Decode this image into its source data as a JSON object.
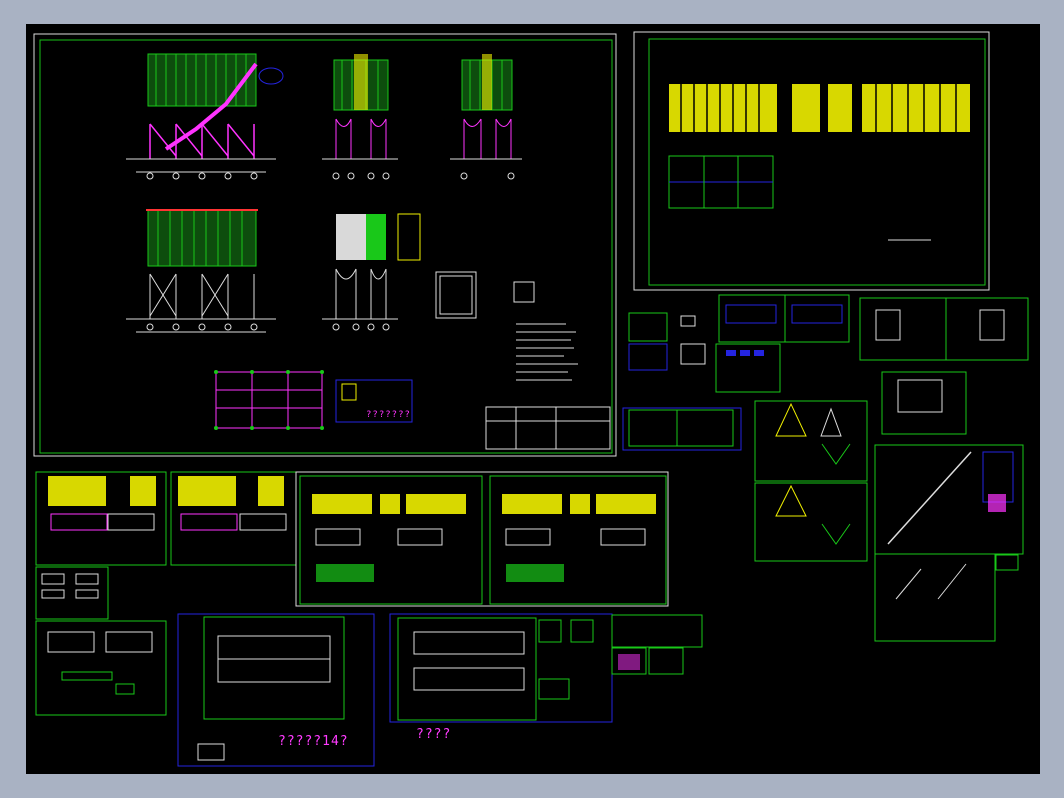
{
  "app": {
    "title": "CAD drawing viewer"
  },
  "colors": {
    "background": "#a9b2c3",
    "canvas": "#000000",
    "frame_green": "#18c018",
    "frame_blue": "#2424e0",
    "fill_yellow": "#f0f000",
    "fill_green": "#19c819",
    "magenta": "#ff33ff",
    "cyan": "#33d0ff",
    "white": "#ffffff"
  },
  "labels": {
    "sheet_note": "?????14?",
    "sheet_note2": "????",
    "small_note": "???????"
  },
  "icons": [
    "drawing-sheet",
    "elevation-view",
    "plan-view",
    "detail-view"
  ]
}
